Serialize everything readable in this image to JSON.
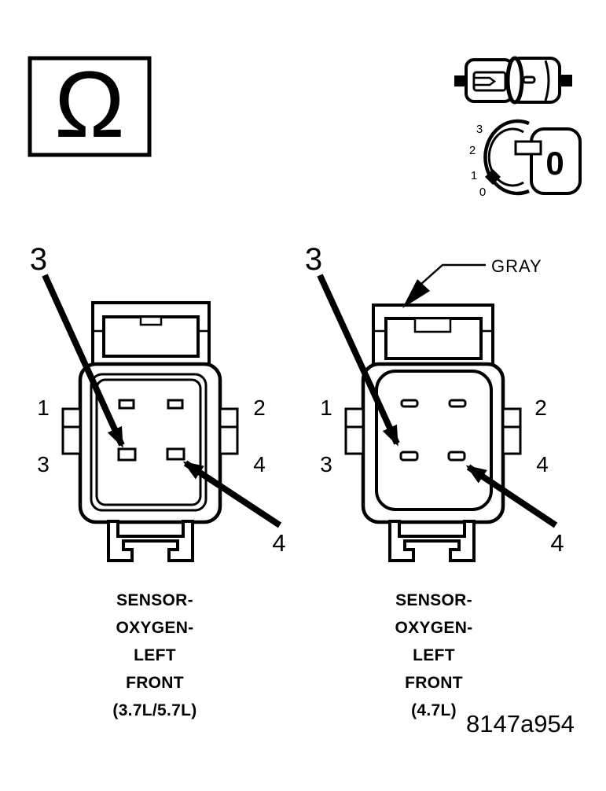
{
  "figure": {
    "id": "8147a954",
    "background": "#ffffff",
    "ink": "#000000"
  },
  "legend": {
    "resistance_symbol": "Ω",
    "icons": {
      "ohmmeter_box": "ohmmeter-resistance-icon",
      "connector_pair": "mating-connectors-icon",
      "dial": "ohmmeter-dial-icon"
    },
    "ohmmeter_dial": {
      "ticks": [
        "3",
        "2",
        "1",
        "0"
      ],
      "reading": "0"
    }
  },
  "connectors": [
    {
      "pin_labels": {
        "pin1": "1",
        "pin2": "2",
        "pin3": "3",
        "pin4": "4"
      },
      "callouts": {
        "pin3": "3",
        "pin4": "4"
      },
      "caption_lines": [
        "SENSOR-",
        "OXYGEN-",
        "LEFT",
        "FRONT",
        "(3.7L/5.7L)"
      ]
    },
    {
      "color_label": "GRAY",
      "pin_labels": {
        "pin1": "1",
        "pin2": "2",
        "pin3": "3",
        "pin4": "4"
      },
      "callouts": {
        "pin3": "3",
        "pin4": "4"
      },
      "caption_lines": [
        "SENSOR-",
        "OXYGEN-",
        "LEFT",
        "FRONT",
        "(4.7L)"
      ]
    }
  ]
}
